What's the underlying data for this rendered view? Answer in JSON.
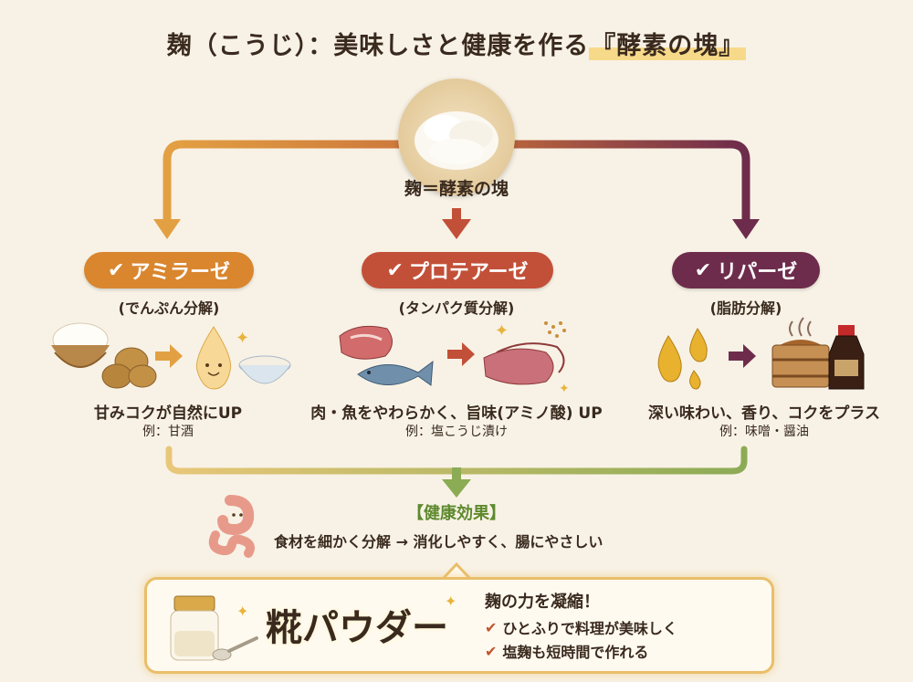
{
  "title": {
    "prefix": "麹（こうじ）：美味しさと健康を作る",
    "highlight": "『酵素の塊』"
  },
  "center": {
    "label": "麹＝酵素の塊"
  },
  "enzymes": [
    {
      "name": "アミラーゼ",
      "sub": "(でんぷん分解)",
      "desc": "甘みコクが自然にUP",
      "example": "例：甘酒",
      "color": "#d9862f"
    },
    {
      "name": "プロテアーゼ",
      "sub": "(タンパク質分解)",
      "desc": "肉・魚をやわらかく、旨味(アミノ酸) UP",
      "example": "例：塩こうじ漬け",
      "color": "#c25038"
    },
    {
      "name": "リパーゼ",
      "sub": "(脂肪分解)",
      "desc": "深い味わい、香り、コクをプラス",
      "example": "例：味噌・醤油",
      "color": "#6e2c4c"
    }
  ],
  "check_mark": "✔",
  "health": {
    "title": "【健康効果】",
    "desc": "食材を細かく分解 → 消化しやすく、腸にやさしい"
  },
  "powder": {
    "name": "糀パウダー",
    "heading": "麹の力を凝縮！",
    "points": [
      "ひとふりで料理が美味しく",
      "塩麹も短時間で作れる"
    ]
  },
  "colors": {
    "amylase": "#d9862f",
    "protease": "#c25038",
    "lipase": "#6e2c4c",
    "health": "#5e8a2e",
    "box_border": "#e9bf6a"
  },
  "icons": [
    "rice-bowl-icon",
    "potato-icon",
    "arrow-icon",
    "droplet-icon",
    "porridge-icon",
    "meat-icon",
    "fish-icon",
    "sliced-meat-icon",
    "oil-drops-icon",
    "miso-tub-icon",
    "soy-sauce-icon",
    "intestine-icon",
    "jar-icon",
    "spoon-icon",
    "sparkle-icon"
  ]
}
